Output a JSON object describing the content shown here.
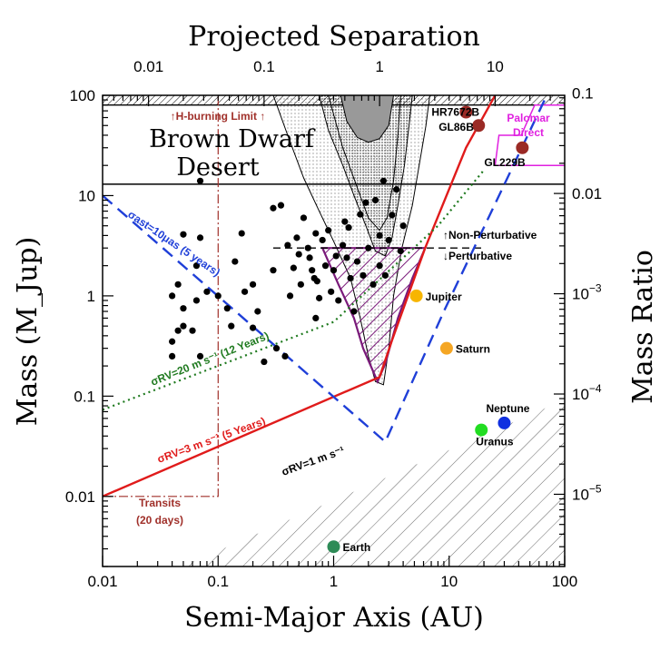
{
  "chart_data": {
    "type": "scatter",
    "xlabel": "Semi-Major Axis (AU)",
    "ylabel": "Mass (M_Jup)",
    "top_xlabel": "Projected Separation",
    "right_ylabel": "Mass Ratio",
    "x_scale": "log",
    "y_scale": "log",
    "xlim": [
      0.01,
      100
    ],
    "ylim": [
      0.002,
      100
    ],
    "x_ticks": [
      "0.01",
      "0.1",
      "1",
      "10",
      "100"
    ],
    "y_ticks": [
      "0.01",
      "0.1",
      "1",
      "10",
      "100"
    ],
    "top_ticks": [
      "0.01",
      "0.1",
      "1",
      "10"
    ],
    "right_ticks": [
      "0.1",
      "0.01",
      "10^-3",
      "10^-4",
      "10^-5"
    ],
    "brown_dwarf_desert": [
      "Brown Dwarf",
      "Desert"
    ],
    "h_burning_label": "↑H-burning Limit ↑",
    "perturbative_labels": [
      "↑Non-Perturbative",
      "↓Perturbative"
    ],
    "sensitivity_labels": {
      "astrometry": "σast=10μas (5 years)",
      "rv20": "σRV=20 m s⁻¹ (12 Years)",
      "rv3": "σRV=3 m s⁻¹ (5 Years)",
      "rv1": "σRV=1 m s⁻¹",
      "transits": [
        "Transits",
        "(20 days)"
      ],
      "palomar": [
        "Palomar",
        "Direct"
      ]
    },
    "colors": {
      "astrometry": "#1f3fd8",
      "rv20": "#1f7a1f",
      "rv3": "#e01b1b",
      "transits": "#a0302a",
      "palomar": "#e020e0",
      "nonperturbative": "#7a1a7a",
      "brown_companion": "#9a2a25"
    },
    "brown_dwarf_companions": [
      {
        "name": "HR7672B",
        "x": 14,
        "y": 68
      },
      {
        "name": "GL86B",
        "x": 18,
        "y": 50
      },
      {
        "name": "GL229B",
        "x": 43,
        "y": 30
      }
    ],
    "solar_system": [
      {
        "name": "Jupiter",
        "x": 5.2,
        "y": 1.0,
        "color": "#f7b500"
      },
      {
        "name": "Saturn",
        "x": 9.5,
        "y": 0.3,
        "color": "#f5a623"
      },
      {
        "name": "Neptune",
        "x": 30,
        "y": 0.054,
        "color": "#1030e0"
      },
      {
        "name": "Uranus",
        "x": 19,
        "y": 0.046,
        "color": "#22dd22"
      },
      {
        "name": "Earth",
        "x": 1.0,
        "y": 0.00315,
        "color": "#2e8b57"
      }
    ],
    "exoplanets": [
      {
        "x": 0.07,
        "y": 14
      },
      {
        "x": 0.05,
        "y": 4.1
      },
      {
        "x": 0.04,
        "y": 1.0
      },
      {
        "x": 0.045,
        "y": 1.3
      },
      {
        "x": 0.05,
        "y": 0.5
      },
      {
        "x": 0.05,
        "y": 0.75
      },
      {
        "x": 0.06,
        "y": 0.45
      },
      {
        "x": 0.04,
        "y": 0.35
      },
      {
        "x": 0.045,
        "y": 0.45
      },
      {
        "x": 0.04,
        "y": 0.25
      },
      {
        "x": 0.07,
        "y": 0.25
      },
      {
        "x": 0.065,
        "y": 0.9
      },
      {
        "x": 0.08,
        "y": 1.1
      },
      {
        "x": 0.065,
        "y": 2.0
      },
      {
        "x": 0.07,
        "y": 3.8
      },
      {
        "x": 0.1,
        "y": 1.0
      },
      {
        "x": 0.12,
        "y": 0.75
      },
      {
        "x": 0.16,
        "y": 4.2
      },
      {
        "x": 0.14,
        "y": 2.2
      },
      {
        "x": 0.13,
        "y": 0.5
      },
      {
        "x": 0.17,
        "y": 1.1
      },
      {
        "x": 0.2,
        "y": 1.3
      },
      {
        "x": 0.25,
        "y": 0.22
      },
      {
        "x": 0.2,
        "y": 0.48
      },
      {
        "x": 0.22,
        "y": 0.7
      },
      {
        "x": 0.3,
        "y": 1.8
      },
      {
        "x": 0.32,
        "y": 0.3
      },
      {
        "x": 0.35,
        "y": 8.0
      },
      {
        "x": 0.4,
        "y": 3.2
      },
      {
        "x": 0.45,
        "y": 1.9
      },
      {
        "x": 0.42,
        "y": 1.0
      },
      {
        "x": 0.3,
        "y": 7.5
      },
      {
        "x": 0.5,
        "y": 2.6
      },
      {
        "x": 0.52,
        "y": 1.3
      },
      {
        "x": 0.55,
        "y": 6.0
      },
      {
        "x": 0.6,
        "y": 3.0
      },
      {
        "x": 0.62,
        "y": 2.4
      },
      {
        "x": 0.65,
        "y": 1.8
      },
      {
        "x": 0.68,
        "y": 1.5
      },
      {
        "x": 0.7,
        "y": 4.2
      },
      {
        "x": 0.72,
        "y": 1.4
      },
      {
        "x": 0.75,
        "y": 0.95
      },
      {
        "x": 0.8,
        "y": 3.6
      },
      {
        "x": 0.85,
        "y": 2.0
      },
      {
        "x": 0.9,
        "y": 4.5
      },
      {
        "x": 0.95,
        "y": 1.1
      },
      {
        "x": 1.0,
        "y": 1.8
      },
      {
        "x": 1.05,
        "y": 2.5
      },
      {
        "x": 1.1,
        "y": 0.9
      },
      {
        "x": 1.2,
        "y": 3.2
      },
      {
        "x": 1.25,
        "y": 5.5
      },
      {
        "x": 1.3,
        "y": 2.4
      },
      {
        "x": 1.4,
        "y": 1.5
      },
      {
        "x": 1.5,
        "y": 0.7
      },
      {
        "x": 1.6,
        "y": 2.2
      },
      {
        "x": 1.7,
        "y": 6.5
      },
      {
        "x": 1.8,
        "y": 1.6
      },
      {
        "x": 2.0,
        "y": 3.0
      },
      {
        "x": 2.2,
        "y": 1.3
      },
      {
        "x": 2.5,
        "y": 4.0
      },
      {
        "x": 2.5,
        "y": 2.0
      },
      {
        "x": 2.8,
        "y": 1.6
      },
      {
        "x": 3.0,
        "y": 3.6
      },
      {
        "x": 3.2,
        "y": 6.4
      },
      {
        "x": 3.5,
        "y": 11.5
      },
      {
        "x": 3.8,
        "y": 2.8
      },
      {
        "x": 4.0,
        "y": 5.0
      },
      {
        "x": 1.9,
        "y": 8.5
      },
      {
        "x": 0.38,
        "y": 0.25
      },
      {
        "x": 0.7,
        "y": 0.6
      },
      {
        "x": 2.3,
        "y": 9.0
      },
      {
        "x": 2.7,
        "y": 14
      },
      {
        "x": 1.35,
        "y": 4.8
      },
      {
        "x": 0.48,
        "y": 3.8
      }
    ]
  }
}
